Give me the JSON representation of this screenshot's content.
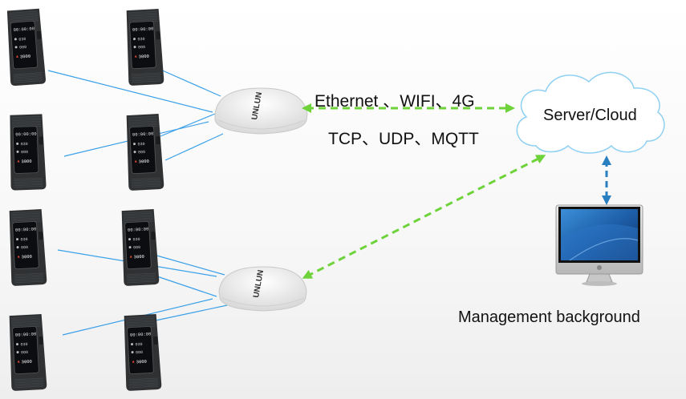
{
  "labels": {
    "network": "Ethernet 、WIFI、4G",
    "protocols": "TCP、UDP、MQTT",
    "server": "Server/Cloud",
    "management": "Management background"
  },
  "device_screen": {
    "time": "00:00:00",
    "row2": "030",
    "row3": "000",
    "steps": "3000"
  },
  "gateway_logo": "UNLUN",
  "colors": {
    "link_line": "#3aa0e8",
    "dashed_arrow": "#6ed33a",
    "server_arrow": "#2a7fc1",
    "band": "#2f3133",
    "screen": "#0c0d10",
    "gateway": "#f6f6f6"
  }
}
